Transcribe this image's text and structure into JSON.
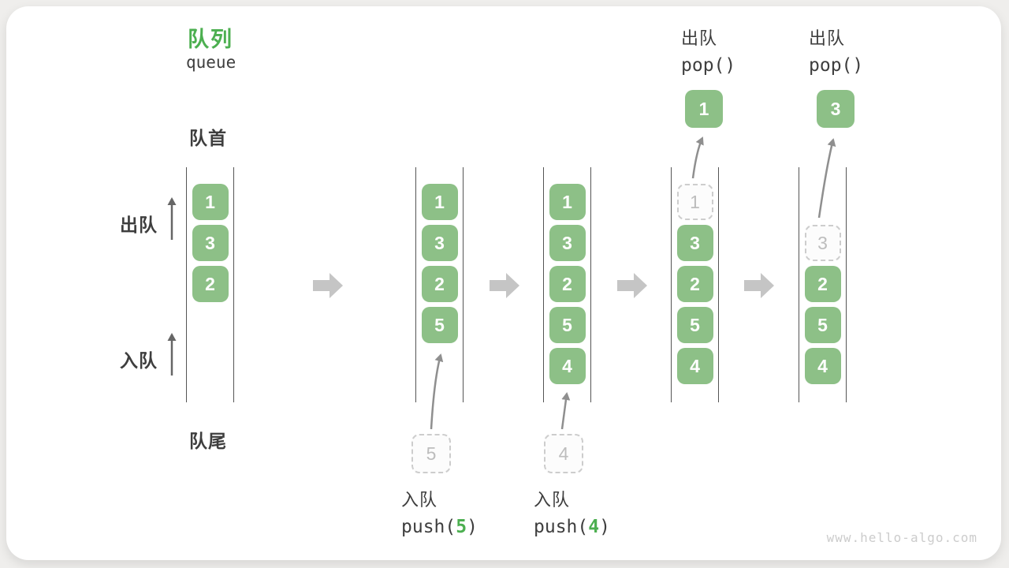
{
  "title": {
    "zh": "队列",
    "en": "queue"
  },
  "side_labels": {
    "front": "队首",
    "rear": "队尾",
    "dequeue": "出队",
    "enqueue": "入队"
  },
  "queue_states": [
    {
      "name": "initial",
      "cells": [
        {
          "value": "1",
          "row": 0,
          "type": "solid"
        },
        {
          "value": "3",
          "row": 1,
          "type": "solid"
        },
        {
          "value": "2",
          "row": 2,
          "type": "solid"
        }
      ]
    },
    {
      "name": "after-push-5",
      "cells": [
        {
          "value": "1",
          "row": 0,
          "type": "solid"
        },
        {
          "value": "3",
          "row": 1,
          "type": "solid"
        },
        {
          "value": "2",
          "row": 2,
          "type": "solid"
        },
        {
          "value": "5",
          "row": 3,
          "type": "solid"
        }
      ]
    },
    {
      "name": "after-push-4",
      "cells": [
        {
          "value": "1",
          "row": 0,
          "type": "solid"
        },
        {
          "value": "3",
          "row": 1,
          "type": "solid"
        },
        {
          "value": "2",
          "row": 2,
          "type": "solid"
        },
        {
          "value": "5",
          "row": 3,
          "type": "solid"
        },
        {
          "value": "4",
          "row": 4,
          "type": "solid"
        }
      ]
    },
    {
      "name": "pop-1",
      "cells": [
        {
          "value": "1",
          "row": 0,
          "type": "ghost"
        },
        {
          "value": "3",
          "row": 1,
          "type": "solid"
        },
        {
          "value": "2",
          "row": 2,
          "type": "solid"
        },
        {
          "value": "5",
          "row": 3,
          "type": "solid"
        },
        {
          "value": "4",
          "row": 4,
          "type": "solid"
        }
      ]
    },
    {
      "name": "pop-3",
      "cells": [
        {
          "value": "3",
          "row": 1,
          "type": "ghost"
        },
        {
          "value": "2",
          "row": 2,
          "type": "solid"
        },
        {
          "value": "5",
          "row": 3,
          "type": "solid"
        },
        {
          "value": "4",
          "row": 4,
          "type": "solid"
        }
      ]
    }
  ],
  "operations": {
    "push5": {
      "label": "入队",
      "code_prefix": "push(",
      "arg": "5",
      "code_suffix": ")",
      "ghost_value": "5"
    },
    "push4": {
      "label": "入队",
      "code_prefix": "push(",
      "arg": "4",
      "code_suffix": ")",
      "ghost_value": "4"
    },
    "pop1": {
      "label": "出队",
      "code": "pop()",
      "popped_value": "1"
    },
    "pop2": {
      "label": "出队",
      "code": "pop()",
      "popped_value": "3"
    }
  },
  "watermark": "www.hello-algo.com",
  "colors": {
    "accent_green": "#4CAF50",
    "cell_green": "#8DC087",
    "text_dark": "#3E3E3E",
    "line_gray": "#555555",
    "dash_gray": "#CDCDCD",
    "ghost_text_gray": "#BDBDBD",
    "curve_arrow_gray": "#8F8F8F",
    "side_arrow_gray": "#666666",
    "block_arrow_gray": "#C5C5C5"
  }
}
